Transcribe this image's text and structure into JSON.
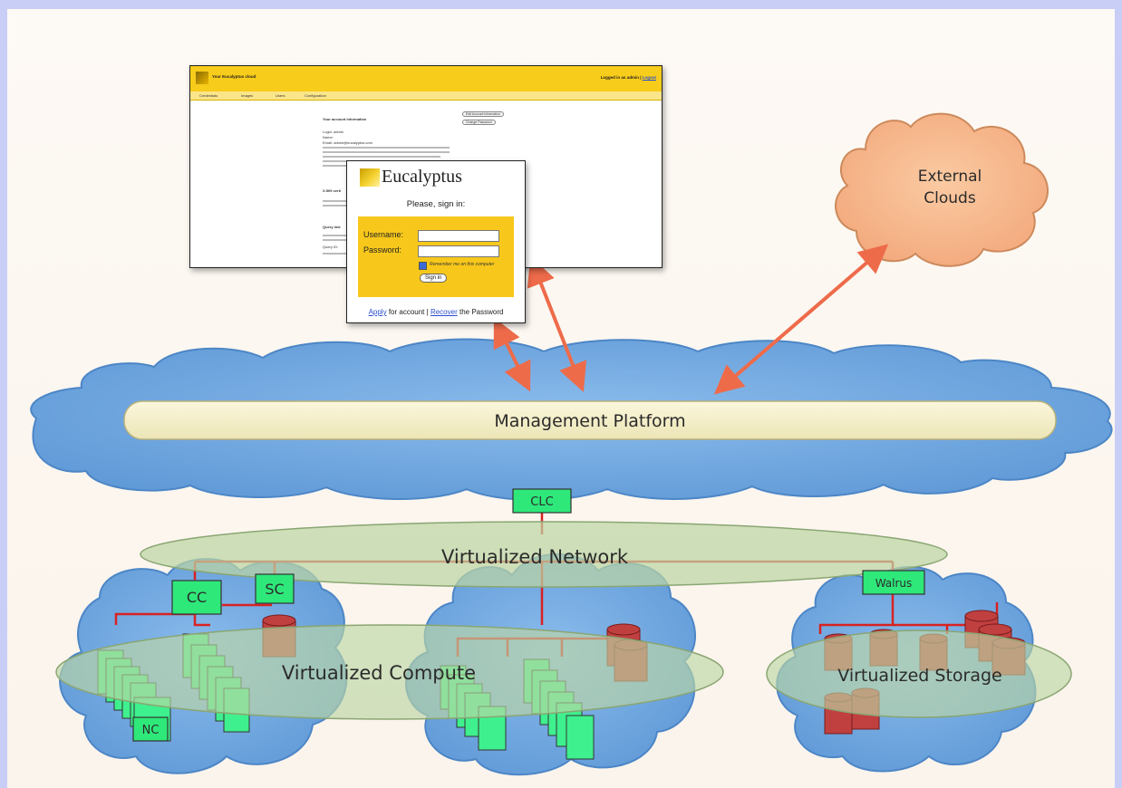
{
  "diagram": {
    "external_clouds": "External\nClouds",
    "management_platform": "Management Platform",
    "clc": "CLC",
    "virtualized_network": "Virtualized Network",
    "cc": "CC",
    "sc": "SC",
    "walrus": "Walrus",
    "nc": "NC",
    "virtualized_compute": "Virtualized Compute",
    "virtualized_storage": "Virtualized Storage"
  },
  "screenshot": {
    "header_title": "Your Eucalyptus cloud",
    "logged_in_prefix": "Logged in as",
    "user": "admin",
    "logout": "Logout",
    "tabs": [
      "Credentials",
      "Images",
      "Users",
      "Configuration"
    ],
    "section_title": "Your account information",
    "btn_edit": "Edit Account Information",
    "btn_change_pw": "Change Password",
    "login_line": "Login: admin",
    "name_line": "Name:",
    "email_line": "Email: admin@eucalyptus.com",
    "x509_title": "X.509 certi",
    "query_title": "Query inte",
    "query_id": "Query ID:"
  },
  "login_dialog": {
    "brand": "Eucalyptus",
    "prompt": "Please, sign in:",
    "username_label": "Username:",
    "password_label": "Password:",
    "remember": "Remember me on this computer",
    "sign_in": "Sign in",
    "apply": "Apply",
    "for_account": "for account",
    "separator": "|",
    "recover": "Recover",
    "the_password": "the Password"
  },
  "colors": {
    "background": "#c9cef6",
    "cloud_blue": "#6fa8de",
    "external_cloud": "#f6b88c",
    "component_green": "#2ee87a",
    "arrow": "#ee6b4a",
    "wire": "#d82222",
    "header_yellow": "#f8cc1a"
  }
}
